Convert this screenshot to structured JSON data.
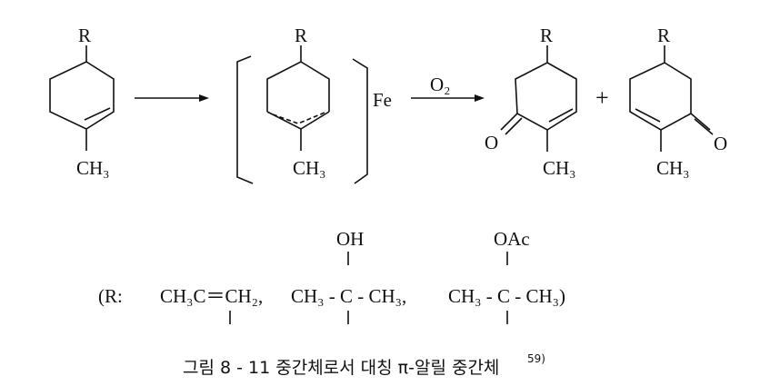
{
  "reactant": {
    "substituent": "R",
    "methyl": "CH₃"
  },
  "intermediate": {
    "substituent": "R",
    "methyl": "CH₃",
    "metal": "Fe"
  },
  "reagent": "O₂",
  "product1": {
    "substituent": "R",
    "methyl": "CH₃",
    "carbonyl": "O"
  },
  "plus": "+",
  "product2": {
    "substituent": "R",
    "methyl": "CH₃",
    "carbonyl": "O"
  },
  "r_groups": {
    "prefix": "(R:",
    "group1": "CH₃C＝CH₂,",
    "group2_top": "OH",
    "group2": "CH₃ - C - CH₃,",
    "group3_top": "OAc",
    "group3": "CH₃ - C - CH₃)"
  },
  "caption": {
    "text": "그림 8 - 11  중간체로서 대칭 π-알릴 중간체",
    "ref": "59)"
  }
}
